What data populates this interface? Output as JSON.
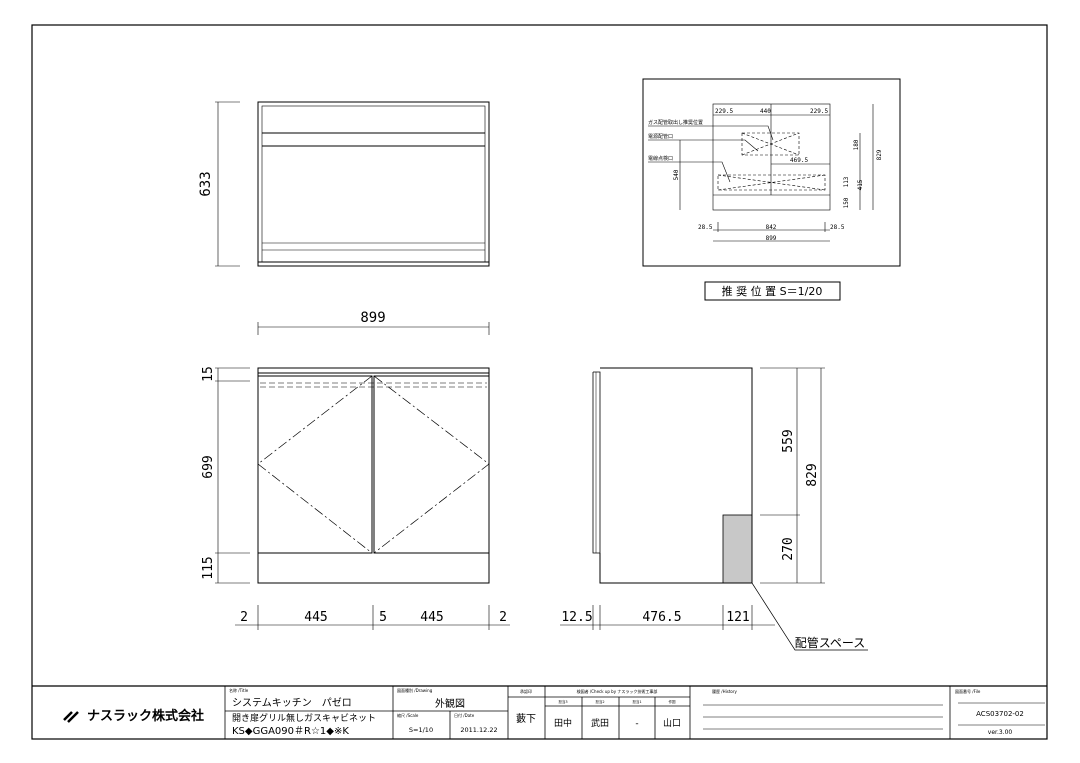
{
  "top_view": {
    "depth": "633"
  },
  "front_view": {
    "width": "899",
    "heights": [
      "15",
      "699",
      "115"
    ],
    "bottom_dims": [
      "2",
      "445",
      "5",
      "445",
      "2"
    ]
  },
  "side_view": {
    "heights": [
      "559",
      "270"
    ],
    "total_height": "829",
    "bottom_dims": [
      "12.5",
      "476.5",
      "121"
    ],
    "pipe_space_label": "配管スペース"
  },
  "inset": {
    "top_dims": [
      "229.5",
      "440",
      "229.5"
    ],
    "dim_469": "469.5",
    "dim_540": "540",
    "right_dims": [
      "180",
      "829",
      "113",
      "415",
      "150"
    ],
    "bottom_dims": [
      "28.5",
      "842",
      "28.5"
    ],
    "total_width": "899",
    "labels": [
      "ガス配管取出し推奨位置",
      "電源配管口",
      "電線点検口"
    ],
    "caption": "推 奨 位 置  S＝1/20"
  },
  "title_block": {
    "company": "ナスラック株式会社",
    "title_label": "名称 /Title",
    "title_line1": "システムキッチン　パゼロ",
    "title_line2": "開き扉グリル無しガスキャビネット",
    "title_line3": "KS◆GGA090＃R☆1◆※K",
    "drawing_label": "図面種別 /Drawing",
    "drawing_value": "外観図",
    "scale_label": "縮尺 /Scale",
    "scale_value": "S=1/10",
    "date_label": "日付 /Date",
    "date_value": "2011.12.22",
    "approval_label": "承認印",
    "approval_value": "藪下",
    "check_label": "検図者 /Check up by ナスラック技術工事部",
    "checkers": [
      {
        "role": "担当3",
        "name": "田中"
      },
      {
        "role": "担当2",
        "name": "武田"
      },
      {
        "role": "担当1",
        "name": "-"
      },
      {
        "role": "作図",
        "name": "山口"
      }
    ],
    "history_label": "履歴 /History",
    "file_label": "図面番号 /File",
    "file_value": "ACS03702-02",
    "version": "ver.3.00"
  }
}
